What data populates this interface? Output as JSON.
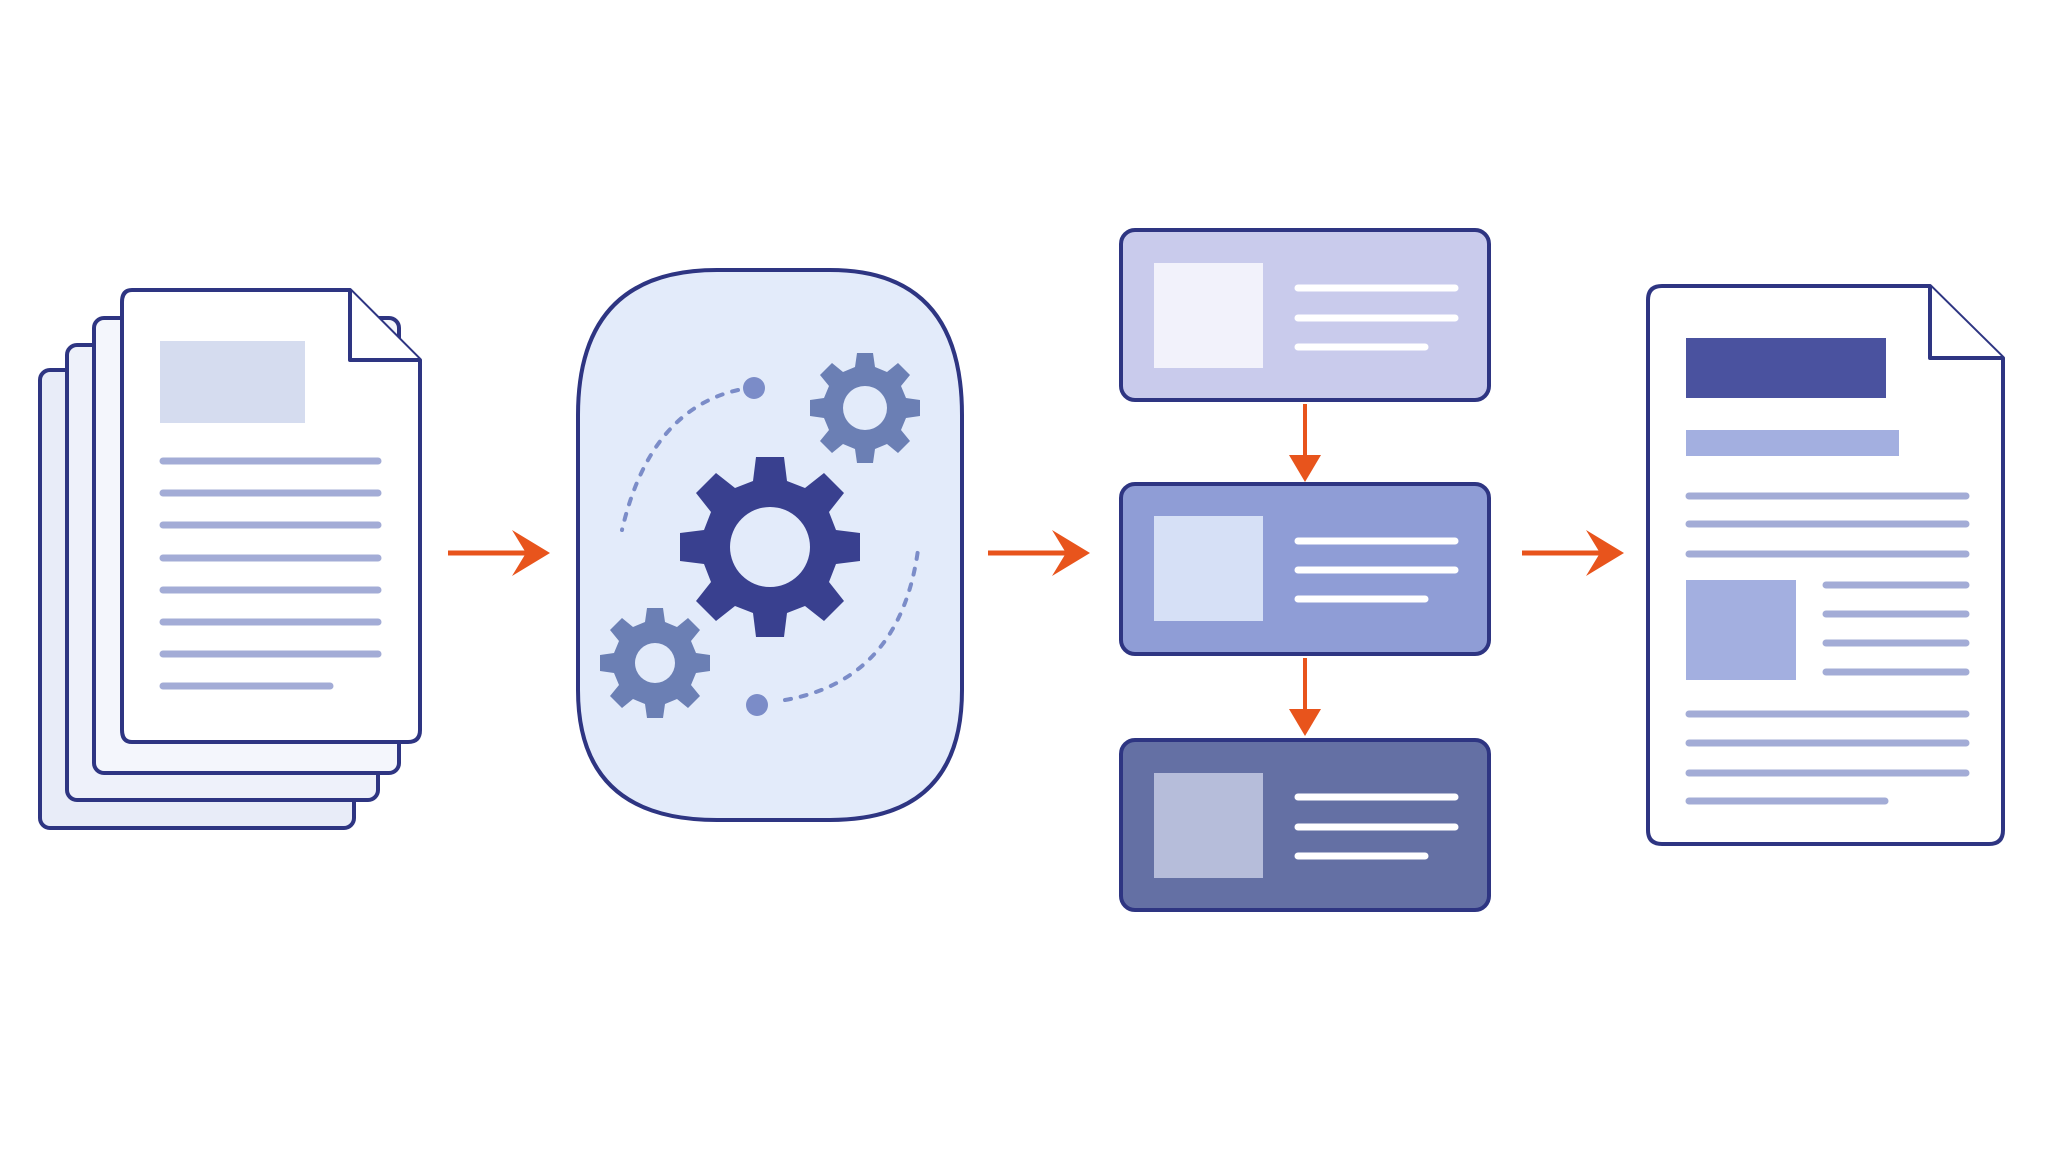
{
  "diagram": {
    "type": "process-pipeline",
    "stages": [
      {
        "name": "input-documents-stack",
        "icon": "document-stack-icon"
      },
      {
        "name": "processing-engine",
        "icon": "gears-icon"
      },
      {
        "name": "structured-content-blocks",
        "icon": "card-stack-icon"
      },
      {
        "name": "output-document",
        "icon": "document-icon"
      }
    ],
    "flow_arrows": [
      {
        "from": "input-documents-stack",
        "to": "processing-engine"
      },
      {
        "from": "processing-engine",
        "to": "structured-content-blocks"
      },
      {
        "from": "structured-content-blocks",
        "to": "output-document"
      }
    ],
    "block_arrows": [
      {
        "from": "content-block-1",
        "to": "content-block-2"
      },
      {
        "from": "content-block-2",
        "to": "content-block-3"
      }
    ]
  },
  "colors": {
    "outline": "#2e3582",
    "arrow": "#e8541c",
    "paper": "#ffffff",
    "paper_back": "#e8ecf8",
    "text_line": "#a3acd6",
    "image_placeholder": "#d5dcef",
    "engine_fill": "#e3ebfa",
    "gear_primary": "#39408f",
    "gear_secondary": "#6b7fb4",
    "dots": "#7b8cc8",
    "block_1": "#c9cbec",
    "block_2": "#8f9dd6",
    "block_3": "#6470a4",
    "heading_bar": "#4a529f",
    "subheading_bar": "#a3afe0",
    "figure_block": "#a3afe0"
  }
}
